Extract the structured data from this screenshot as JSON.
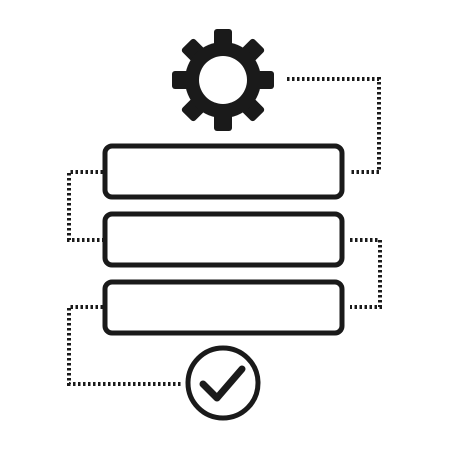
{
  "diagram": {
    "stroke_color": "#1a1a1a",
    "background_color": "#ffffff",
    "icons": {
      "top": "gear-icon",
      "bottom": "check-circle-icon"
    },
    "steps": [
      {
        "id": "step-1"
      },
      {
        "id": "step-2"
      },
      {
        "id": "step-3"
      }
    ]
  }
}
